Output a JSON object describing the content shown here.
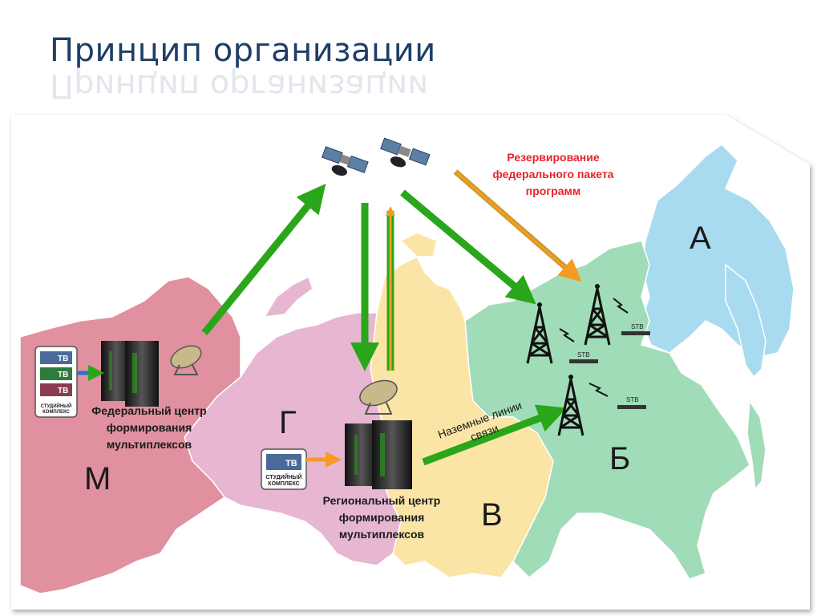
{
  "slide": {
    "title": "Принцип организации"
  },
  "regions": {
    "A": "А",
    "B": "Б",
    "V": "В",
    "G": "Г",
    "M": "М"
  },
  "labels": {
    "federal_center": [
      "Федеральный центр",
      "формирования",
      "мультиплексов"
    ],
    "regional_center": [
      "Региональный центр",
      "формирования",
      "мультиплексов"
    ],
    "backup": [
      "Резервирование",
      "федерального пакета",
      "программ"
    ],
    "ground_links": [
      "Наземные линии",
      "связи"
    ],
    "stb": "STB",
    "studio_line1": "СТУДИЙНЫЙ",
    "studio_line2": "КОМПЛЕКС",
    "tv": "ТВ"
  },
  "colors": {
    "title": "#1f3e68",
    "region_M": "#e0909e",
    "region_G": "#e7b6d1",
    "region_V": "#fae5a6",
    "region_B": "#9fdcb7",
    "region_A": "#a8dbef",
    "green_arrow": "#2aa61a",
    "orange_arrow": "#f59b22",
    "backup_text": "#e8212b"
  }
}
